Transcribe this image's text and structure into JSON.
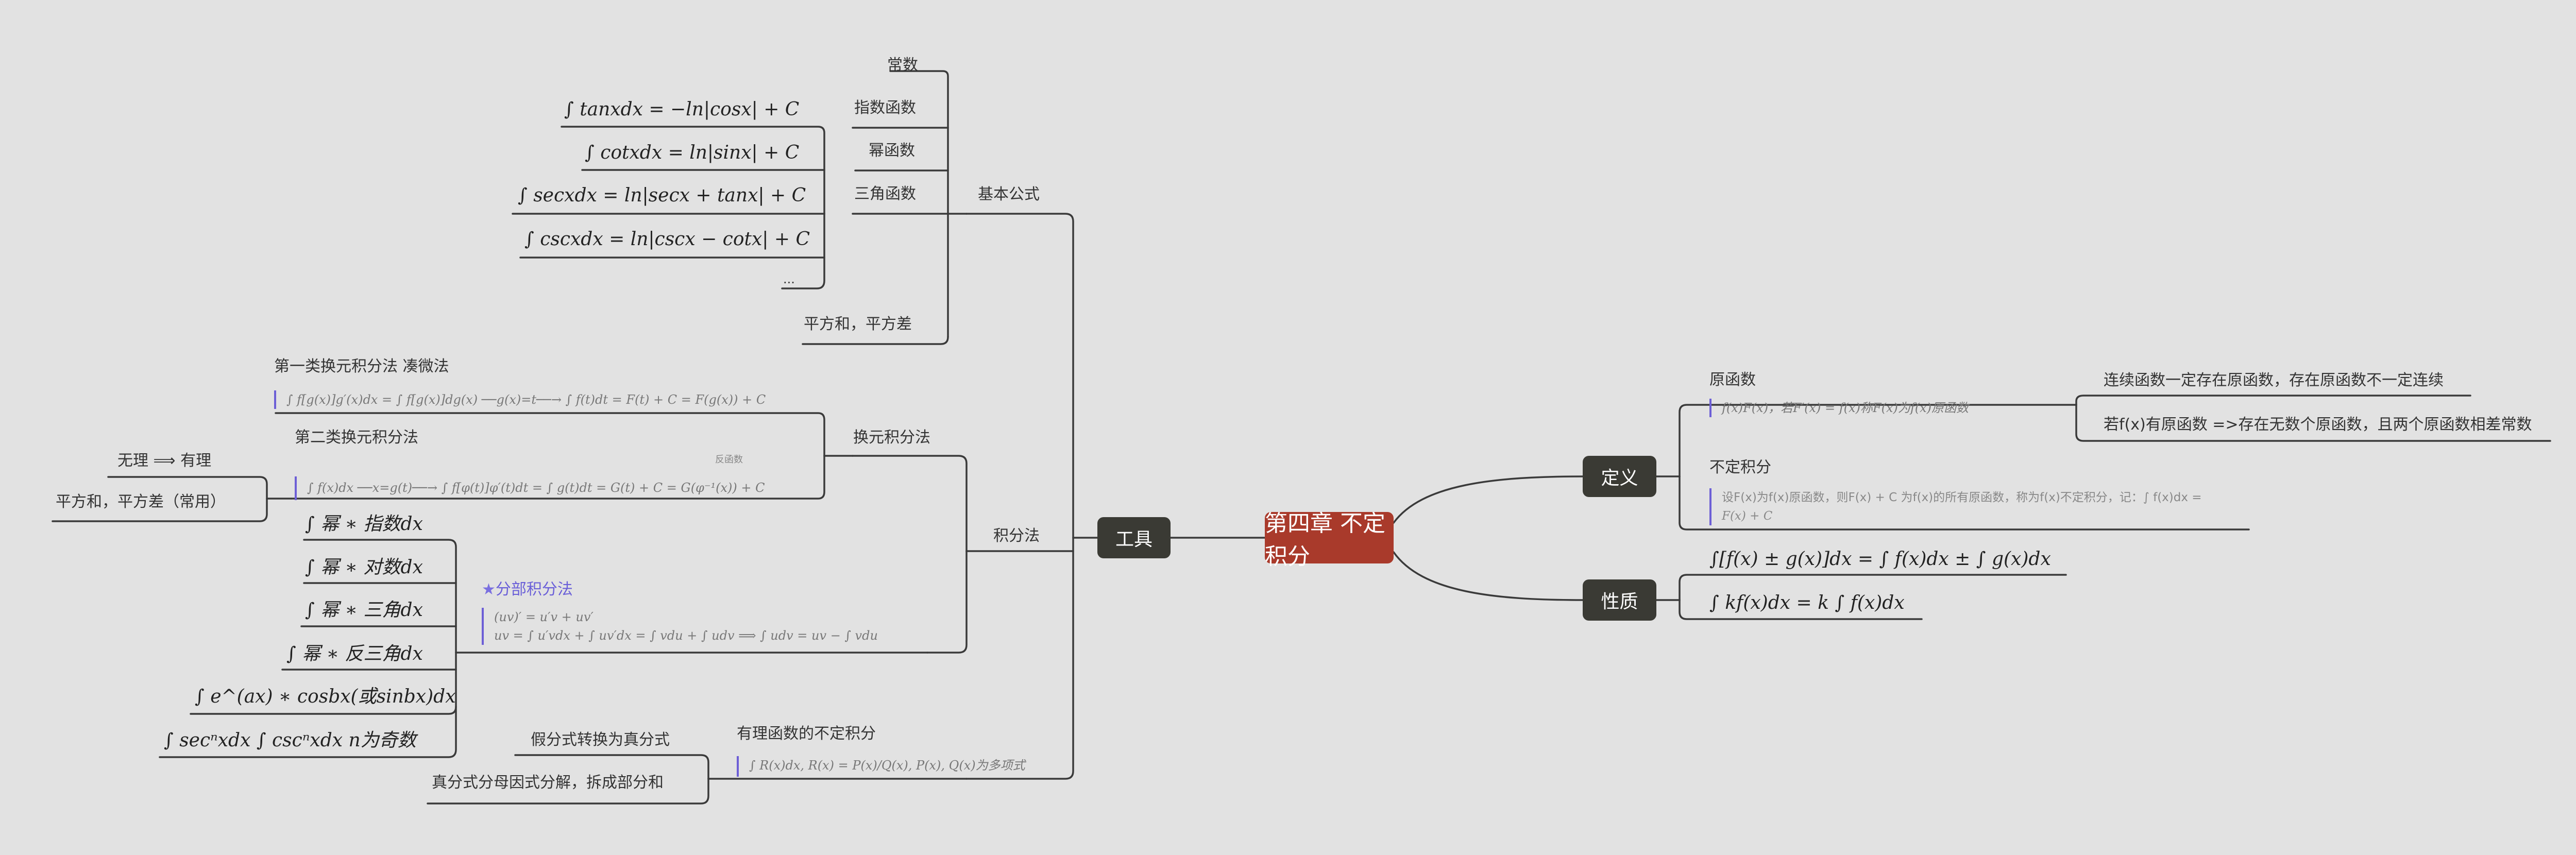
{
  "root": "第四章 不定积分",
  "tools": {
    "label": "工具",
    "basic": {
      "label": "基本公式",
      "kinds": [
        "常数",
        "指数函数",
        "幂函数",
        "三角函数"
      ],
      "trig": [
        "∫ tanxdx = −ln|cosx| + C",
        "∫ cotxdx = ln|sinx| + C",
        "∫ secxdx = ln|secx + tanx| + C",
        "∫ cscxdx = ln|cscx − cotx| + C",
        "..."
      ],
      "sq": "平方和，平方差"
    },
    "integration": {
      "label": "积分法",
      "substitution": {
        "label": "换元积分法",
        "first": {
          "title": "第一类换元积分法  凑微法",
          "formula": "∫ f[g(x)]g′(x)dx = ∫ f[g(x)]dg(x) ──g(x)=t──→ ∫ f(t)dt = F(t) + C = F(g(x)) + C"
        },
        "second": {
          "title": "第二类换元积分法",
          "annotation": "反函数",
          "formula": "∫ f(x)dx ──x=g(t)──→ ∫ f[φ(t)]φ′(t)dt = ∫ g(t)dt = G(t) + C = G(φ⁻¹(x)) + C"
        },
        "irrational": "无理  ⟹  有理",
        "sq_common": "平方和，平方差（常用）"
      },
      "parts": {
        "title": "分部积分法",
        "star": "★",
        "lines": [
          "(uv)′ = u′v + uv′",
          "uv = ∫ u′vdx + ∫ uv′dx = ∫ vdu + ∫ udv  ⟹  ∫ udv = uv − ∫ vdu"
        ],
        "items": [
          "∫ 幂 ∗ 指数dx",
          "∫ 幂 ∗ 对数dx",
          "∫ 幂 ∗ 三角dx",
          "∫ 幂 ∗ 反三角dx",
          "∫ e^(ax) ∗ cosbx(或sinbx)dx",
          "∫ secⁿxdx  ∫ cscⁿxdx   n为奇数"
        ]
      },
      "rational": {
        "title": "有理函数的不定积分",
        "formula": "∫ R(x)dx, R(x) = P(x)/Q(x), P(x), Q(x)为多项式",
        "steps": [
          "假分式转换为真分式",
          "真分式分母因式分解，拆成部分和"
        ]
      }
    }
  },
  "definition": {
    "label": "定义",
    "primitive": {
      "title": "原函数",
      "formula": "f(x)F(x)，若F′(x) = f(x)称F(x)为f(x)原函数",
      "facts": [
        "连续函数一定存在原函数，存在原函数不一定连续",
        "若f(x)有原函数 =>存在无数个原函数，且两个原函数相差常数"
      ]
    },
    "indefinite": {
      "title": "不定积分",
      "lines": [
        "设F(x)为f(x)原函数，则F(x) + C 为f(x)的所有原函数，称为f(x)不定积分，记：∫ f(x)dx =",
        "F(x) + C"
      ]
    }
  },
  "property": {
    "label": "性质",
    "items": [
      "∫[f(x) ± g(x)]dx = ∫ f(x)dx ± ∫ g(x)dx",
      "∫ kf(x)dx = k ∫ f(x)dx"
    ]
  }
}
